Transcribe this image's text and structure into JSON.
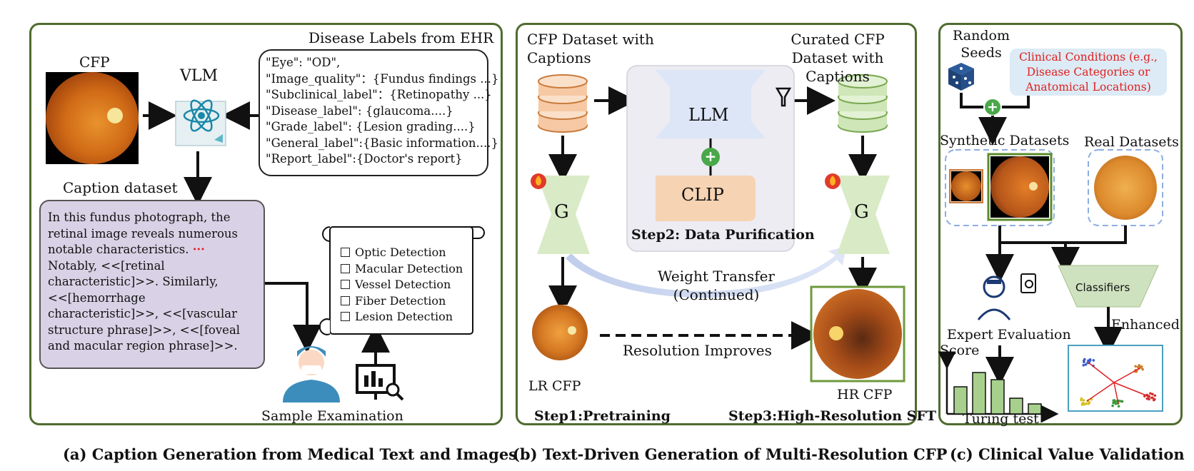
{
  "panel_a": {
    "caption": "(a) Caption Generation from Medical Text and Images",
    "cfp_label": "CFP",
    "vlm_label": "VLM",
    "ehr_title": "Disease Labels from EHR",
    "ehr_lines": [
      "\"Eye\": \"OD\",",
      "\"Image_quality\"：{Fundus findings ...}",
      "\"Subclinical_label\"：{Retinopathy ...}",
      "\"Disease_label\": {glaucoma....}",
      "\"Grade_label\": {Lesion grading....}",
      "\"General_label\":{Basic information....}",
      "\"Report_label\":{Doctor's report}"
    ],
    "caption_dataset_label": "Caption dataset",
    "caption_text_1": "In this fundus photograph, the retinal image reveals numerous notable characteristics.",
    "caption_ellipsis": "···",
    "caption_text_2": "Notably, <<[retinal characteristic]>>. Similarly, <<[hemorrhage characteristic]>>, <<[vascular structure phrase]>>, <<[foveal and macular region phrase]>>.",
    "checklist": [
      "Optic Detection",
      "Macular Detection",
      "Vessel Detection",
      "Fiber Detection",
      "Lesion Detection"
    ],
    "sample_exam_label": "Sample Examination"
  },
  "panel_b": {
    "caption": "(b) Text-Driven Generation of Multi-Resolution CFP",
    "dataset_label": "CFP Dataset with Captions",
    "curated_label": "Curated CFP Dataset with Captions",
    "llm_label": "LLM",
    "clip_label": "CLIP",
    "step2_label": "Step2: Data Purification",
    "g_label": "G",
    "weight_transfer": "Weight Transfer (Continued)",
    "resolution_improves": "Resolution Improves",
    "lr_label": "LR CFP",
    "hr_label": "HR CFP",
    "step1_label": "Step1:Pretraining",
    "step3_label": "Step3:High-Resolution SFT"
  },
  "panel_c": {
    "caption": "(c)  Clinical Value Validation",
    "random_seeds": "Random Seeds",
    "clinical_conditions": "Clinical Conditions (e.g., Disease Categories or Anatomical Locations)",
    "synthetic_label": "Synthetic Datasets",
    "real_label": "Real Datasets",
    "classifiers_label": "Classifiers",
    "enhanced_label": "Enhanced",
    "expert_eval_label": "Expert Evaluation",
    "score_label": "Score",
    "turing_label": "Turing test",
    "turing_scores": [
      38,
      58,
      48,
      22,
      14
    ]
  },
  "colors": {
    "panel_border": "#4f6b2f",
    "purple_box": "#d9d2e6",
    "green_fill": "#d9ebc6",
    "blue_fill": "#dde6f7",
    "orange_fill": "#f6d3b3",
    "red_text": "#e02020"
  }
}
